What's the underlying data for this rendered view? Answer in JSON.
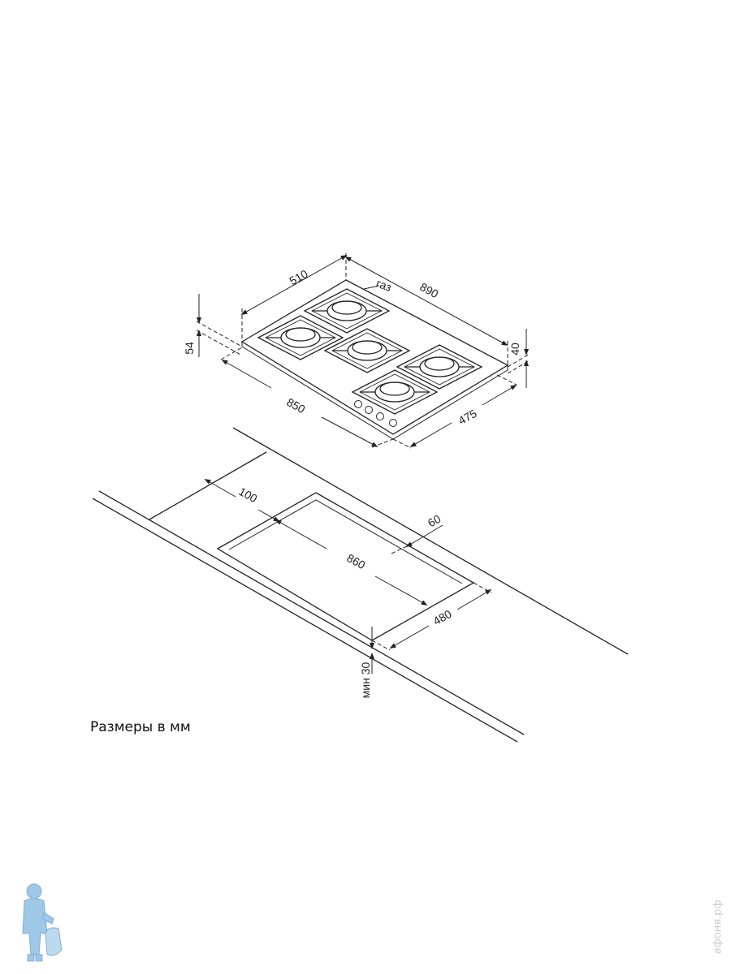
{
  "labels": {
    "hob_depth": "510",
    "hob_width": "890",
    "gas": "газ",
    "hob_height": "54",
    "glass_thickness": "40",
    "cutout_width_offset": "850",
    "cutout_depth_offset": "475",
    "edge_distance": "100",
    "rear_distance": "60",
    "cutout_length": "860",
    "cutout_depth": "480",
    "min_thickness": "мин 30"
  },
  "note": "Размеры в мм",
  "watermark": "афоня.рф",
  "colors": {
    "line": "#222222",
    "mascot": "#9fc7e6",
    "watermark": "#c9cdd2"
  }
}
